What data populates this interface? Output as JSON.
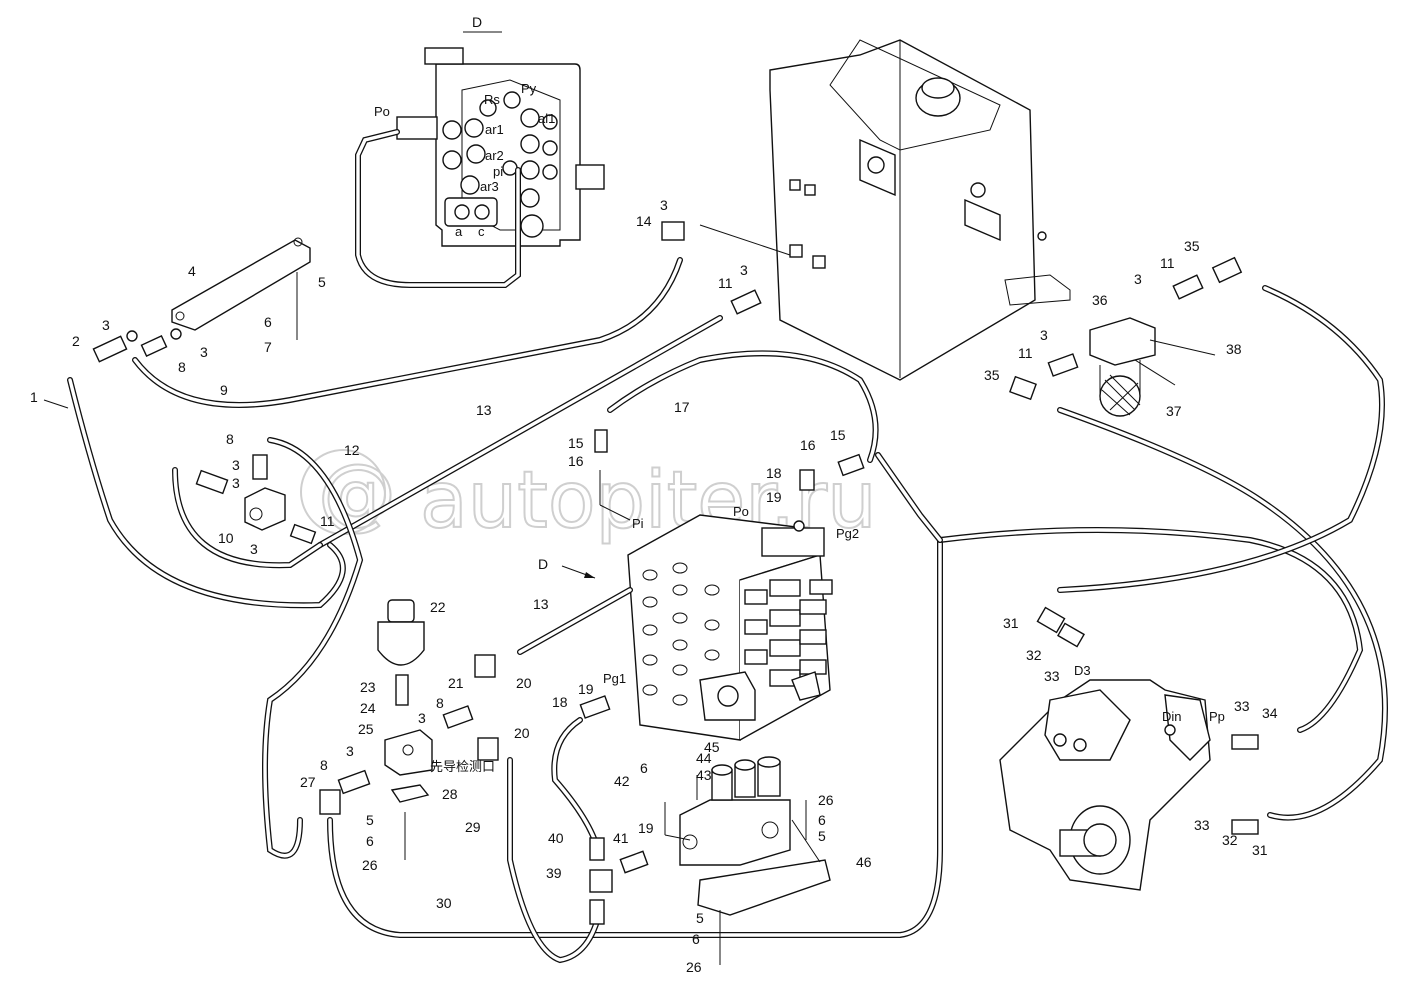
{
  "view_label": "D",
  "arrow_label": "D",
  "watermark": "autopiter.ru",
  "valve_ports": [
    "Po",
    "Rs",
    "Py",
    "ar1",
    "al1",
    "ar2",
    "pi",
    "ar3",
    "a",
    "c"
  ],
  "block_ports": {
    "pi": "Pi",
    "po": "Po",
    "pg2": "Pg2",
    "pg1": "Pg1"
  },
  "pump_ports": {
    "d3": "D3",
    "din": "Din",
    "pp": "Pp"
  },
  "chinese_label": "先导检测口",
  "callouts": [
    "1",
    "2",
    "3",
    "4",
    "5",
    "6",
    "7",
    "8",
    "9",
    "10",
    "11",
    "12",
    "13",
    "14",
    "15",
    "16",
    "17",
    "18",
    "19",
    "20",
    "21",
    "22",
    "23",
    "24",
    "25",
    "26",
    "27",
    "28",
    "29",
    "30",
    "31",
    "32",
    "33",
    "34",
    "35",
    "36",
    "37",
    "38",
    "39",
    "40",
    "41",
    "42",
    "43",
    "44",
    "45",
    "46"
  ]
}
